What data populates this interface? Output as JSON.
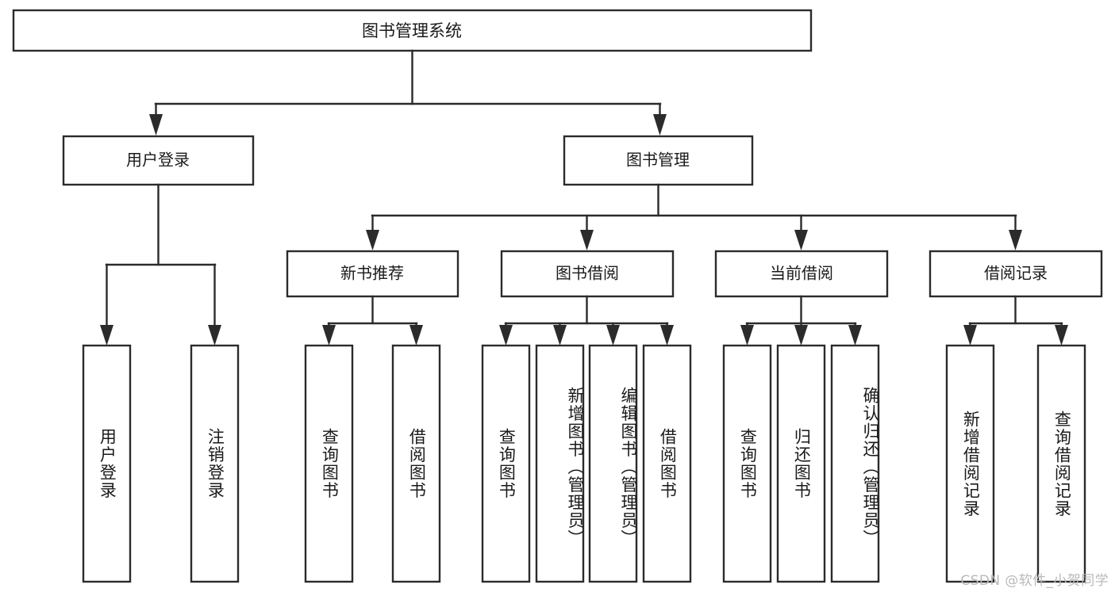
{
  "diagram": {
    "type": "tree-hierarchy",
    "title": "图书管理系统",
    "orientation": "top-down",
    "colors": {
      "box_fill": "#ffffff",
      "box_stroke": "#2b2b2b",
      "text": "#1a1a1a",
      "watermark": "#b9b9b9",
      "background": "#ffffff"
    },
    "root": {
      "label": "图书管理系统"
    },
    "level2": [
      {
        "id": "user-login",
        "label": "用户登录"
      },
      {
        "id": "book-management",
        "label": "图书管理"
      }
    ],
    "level3": [
      {
        "id": "new-book-recommend",
        "label": "新书推荐"
      },
      {
        "id": "book-borrow",
        "label": "图书借阅"
      },
      {
        "id": "current-borrow",
        "label": "当前借阅"
      },
      {
        "id": "borrow-record",
        "label": "借阅记录"
      }
    ],
    "leaves": {
      "user-login": [
        {
          "id": "leaf-user-login",
          "label": "用户登录"
        },
        {
          "id": "leaf-logout",
          "label": "注销登录"
        }
      ],
      "new-book-recommend": [
        {
          "id": "leaf-query-book-1",
          "label": "查询图书"
        },
        {
          "id": "leaf-borrow-book-1",
          "label": "借阅图书"
        }
      ],
      "book-borrow": [
        {
          "id": "leaf-query-book-2",
          "label": "查询图书"
        },
        {
          "id": "leaf-add-book",
          "label": "新增图书（管理员）"
        },
        {
          "id": "leaf-edit-book",
          "label": "编辑图书（管理员）"
        },
        {
          "id": "leaf-borrow-book-2",
          "label": "借阅图书"
        }
      ],
      "current-borrow": [
        {
          "id": "leaf-query-book-3",
          "label": "查询图书"
        },
        {
          "id": "leaf-return-book",
          "label": "归还图书"
        },
        {
          "id": "leaf-confirm-return",
          "label": "确认归还（管理员）"
        }
      ],
      "borrow-record": [
        {
          "id": "leaf-add-record",
          "label": "新增借阅记录"
        },
        {
          "id": "leaf-query-record",
          "label": "查询借阅记录"
        }
      ]
    }
  },
  "watermark": {
    "text": "CSDN @软件_小贺同学"
  }
}
